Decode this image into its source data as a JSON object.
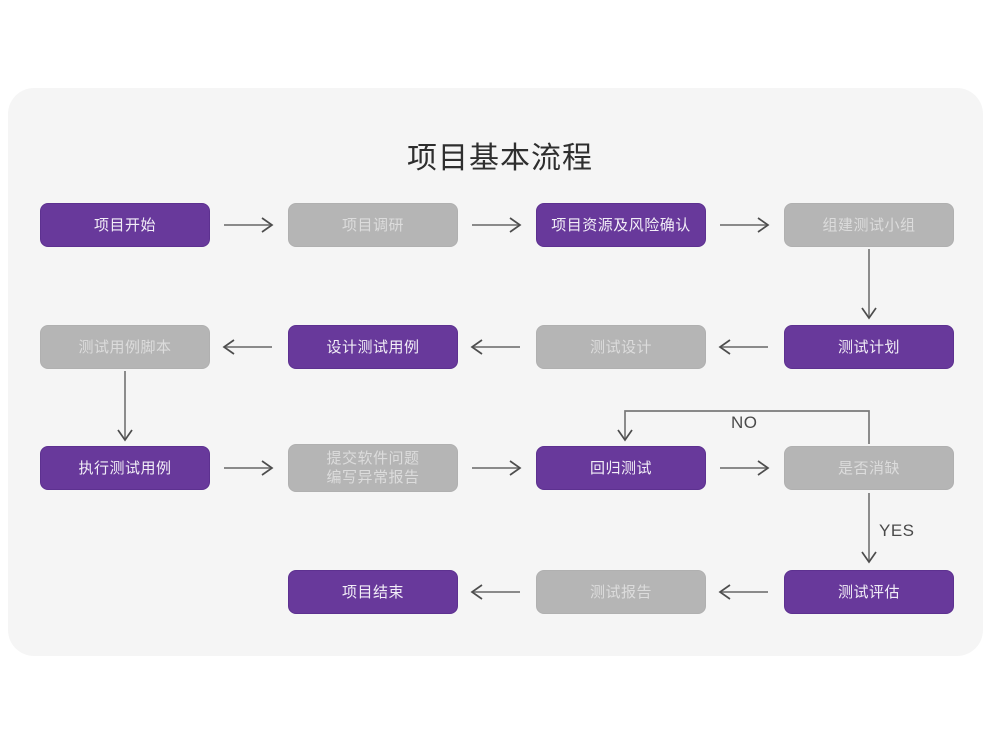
{
  "page": {
    "background": "#ffffff",
    "card_background": "#f5f5f5"
  },
  "title": "项目基本流程",
  "colors": {
    "purple": "#68399b",
    "purple_text": "#f2eef7",
    "gray": "#b5b5b5",
    "gray_text": "#dcdcdc",
    "arrow": "#7a7a7a",
    "title_text": "#2e2e2e"
  },
  "nodes": [
    {
      "id": "n1",
      "label": "项目开始",
      "style": "purple",
      "row": 1,
      "col": 1
    },
    {
      "id": "n2",
      "label": "项目调研",
      "style": "gray",
      "row": 1,
      "col": 2
    },
    {
      "id": "n3",
      "label": "项目资源及风险确认",
      "style": "purple",
      "row": 1,
      "col": 3
    },
    {
      "id": "n4",
      "label": "组建测试小组",
      "style": "gray",
      "row": 1,
      "col": 4
    },
    {
      "id": "n5",
      "label": "测试用例脚本",
      "style": "gray",
      "row": 2,
      "col": 1
    },
    {
      "id": "n6",
      "label": "设计测试用例",
      "style": "purple",
      "row": 2,
      "col": 2
    },
    {
      "id": "n7",
      "label": "测试设计",
      "style": "gray",
      "row": 2,
      "col": 3
    },
    {
      "id": "n8",
      "label": "测试计划",
      "style": "purple",
      "row": 2,
      "col": 4
    },
    {
      "id": "n9",
      "label": "执行测试用例",
      "style": "purple",
      "row": 3,
      "col": 1
    },
    {
      "id": "n10",
      "label": "提交软件问题\n编写异常报告",
      "style": "gray",
      "row": 3,
      "col": 2
    },
    {
      "id": "n11",
      "label": "回归测试",
      "style": "purple",
      "row": 3,
      "col": 3
    },
    {
      "id": "n12",
      "label": "是否消缺",
      "style": "gray",
      "row": 3,
      "col": 4
    },
    {
      "id": "n13",
      "label": "项目结束",
      "style": "purple",
      "row": 4,
      "col": 2
    },
    {
      "id": "n14",
      "label": "测试报告",
      "style": "gray",
      "row": 4,
      "col": 3
    },
    {
      "id": "n15",
      "label": "测试评估",
      "style": "purple",
      "row": 4,
      "col": 4
    }
  ],
  "edge_labels": {
    "no": "NO",
    "yes": "YES"
  },
  "edges": [
    {
      "from": "n1",
      "to": "n2",
      "direction": "right"
    },
    {
      "from": "n2",
      "to": "n3",
      "direction": "right"
    },
    {
      "from": "n3",
      "to": "n4",
      "direction": "right"
    },
    {
      "from": "n4",
      "to": "n8",
      "direction": "down"
    },
    {
      "from": "n8",
      "to": "n7",
      "direction": "left"
    },
    {
      "from": "n7",
      "to": "n6",
      "direction": "left"
    },
    {
      "from": "n6",
      "to": "n5",
      "direction": "left"
    },
    {
      "from": "n5",
      "to": "n9",
      "direction": "down"
    },
    {
      "from": "n9",
      "to": "n10",
      "direction": "right"
    },
    {
      "from": "n10",
      "to": "n11",
      "direction": "right"
    },
    {
      "from": "n11",
      "to": "n12",
      "direction": "right"
    },
    {
      "from": "n12",
      "to": "n11",
      "direction": "loop-up-left",
      "label": "NO"
    },
    {
      "from": "n12",
      "to": "n15",
      "direction": "down",
      "label": "YES"
    },
    {
      "from": "n15",
      "to": "n14",
      "direction": "left"
    },
    {
      "from": "n14",
      "to": "n13",
      "direction": "left"
    }
  ]
}
